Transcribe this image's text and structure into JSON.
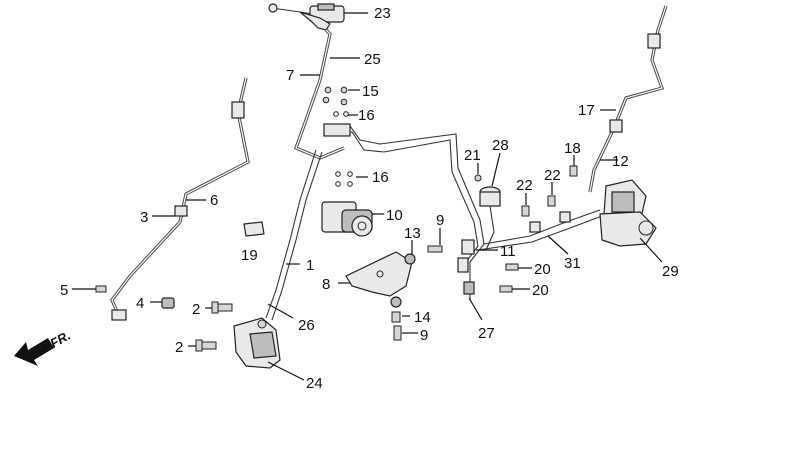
{
  "labels": [
    {
      "id": "23",
      "text": "23"
    },
    {
      "id": "25",
      "text": "25"
    },
    {
      "id": "7",
      "text": "7"
    },
    {
      "id": "15",
      "text": "15"
    },
    {
      "id": "16a",
      "text": "16"
    },
    {
      "id": "16b",
      "text": "16"
    },
    {
      "id": "6",
      "text": "6"
    },
    {
      "id": "3",
      "text": "3"
    },
    {
      "id": "19",
      "text": "19"
    },
    {
      "id": "10",
      "text": "10"
    },
    {
      "id": "21",
      "text": "21"
    },
    {
      "id": "28",
      "text": "28"
    },
    {
      "id": "22a",
      "text": "22"
    },
    {
      "id": "22b",
      "text": "22"
    },
    {
      "id": "18",
      "text": "18"
    },
    {
      "id": "12",
      "text": "12"
    },
    {
      "id": "17",
      "text": "17"
    },
    {
      "id": "9a",
      "text": "9"
    },
    {
      "id": "13",
      "text": "13"
    },
    {
      "id": "11",
      "text": "11"
    },
    {
      "id": "1",
      "text": "1"
    },
    {
      "id": "8",
      "text": "8"
    },
    {
      "id": "5",
      "text": "5"
    },
    {
      "id": "4",
      "text": "4"
    },
    {
      "id": "2a",
      "text": "2"
    },
    {
      "id": "2b",
      "text": "2"
    },
    {
      "id": "26",
      "text": "26"
    },
    {
      "id": "14",
      "text": "14"
    },
    {
      "id": "9b",
      "text": "9"
    },
    {
      "id": "20a",
      "text": "20"
    },
    {
      "id": "20b",
      "text": "20"
    },
    {
      "id": "31",
      "text": "31"
    },
    {
      "id": "29",
      "text": "29"
    },
    {
      "id": "27",
      "text": "27"
    },
    {
      "id": "24",
      "text": "24"
    }
  ],
  "direction_indicator": {
    "text": "FR.",
    "icon": "arrow-left-icon"
  }
}
